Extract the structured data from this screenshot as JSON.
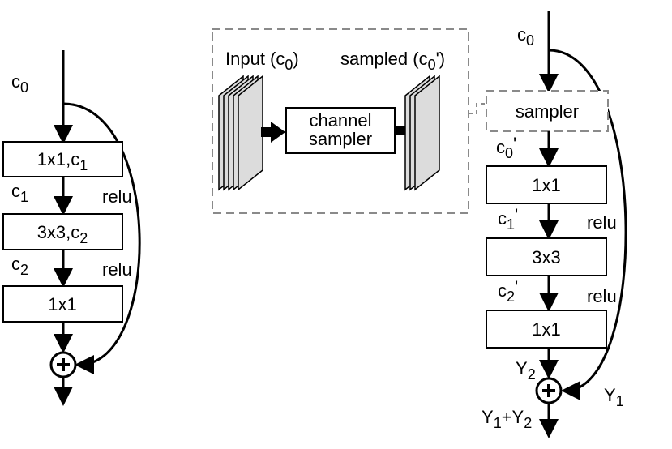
{
  "left": {
    "input": "c",
    "input_sub": "0",
    "box1": {
      "main": "1x1,c",
      "sub": "1"
    },
    "c1": {
      "main": "c",
      "sub": "1"
    },
    "relu1": "relu",
    "box2": {
      "main": "3x3,c",
      "sub": "2"
    },
    "c2": {
      "main": "c",
      "sub": "2"
    },
    "relu2": "relu",
    "box3": "1x1"
  },
  "middle": {
    "input_label": {
      "pre": "Input (c",
      "sub": "0",
      "post": ")"
    },
    "sampled_label": {
      "pre": "sampled (c",
      "sub": "0",
      "post": "')"
    },
    "sampler_line1": "channel",
    "sampler_line2": "sampler"
  },
  "right": {
    "input": {
      "main": "c",
      "sub": "0"
    },
    "sampler": "sampler",
    "c0p": {
      "main": "c",
      "sub": "0",
      "post": "'"
    },
    "box1": "1x1",
    "c1p": {
      "main": "c",
      "sub": "1",
      "post": "'"
    },
    "relu1": "relu",
    "box2": "3x3",
    "c2p": {
      "main": "c",
      "sub": "2",
      "post": "'"
    },
    "relu2": "relu",
    "box3": "1x1",
    "y2": {
      "main": "Y",
      "sub": "2"
    },
    "y1": {
      "main": "Y",
      "sub": "1"
    },
    "out": {
      "a": "Y",
      "a_sub": "1",
      "plus": "+Y",
      "b_sub": "2"
    }
  }
}
